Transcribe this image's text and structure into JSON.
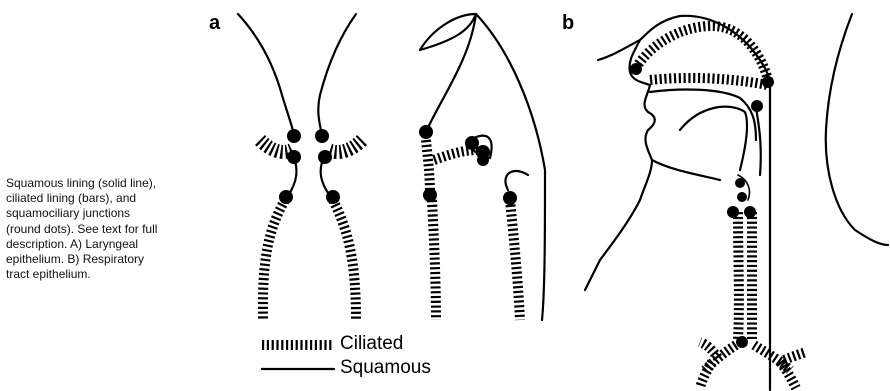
{
  "caption": {
    "lines": [
      "Squamous lining (solid line),",
      "ciliated lining (bars), and",
      "squamociliary junctions",
      "(round dots). See text for full",
      "description. A) Laryngeal",
      "epithelium. B) Respiratory",
      "tract epithelium."
    ]
  },
  "panels": {
    "a": "a",
    "b": "b"
  },
  "legend": {
    "ciliated": "Ciliated",
    "squamous": "Squamous"
  },
  "colors": {
    "ink": "#000000",
    "background": "#ffffff"
  }
}
